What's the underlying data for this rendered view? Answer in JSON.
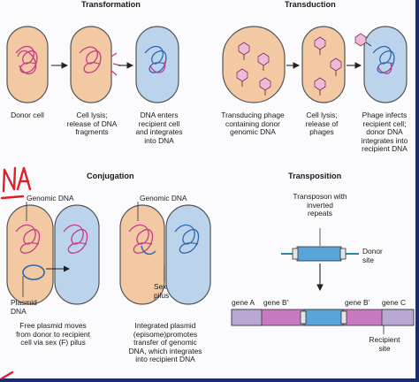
{
  "sections": {
    "transformation": {
      "title": "Transformation",
      "captions": [
        "Donor cell",
        "Cell lysis;\nrelease of DNA\nfragments",
        "DNA enters\nrecipient cell\nand integrates\ninto DNA"
      ]
    },
    "transduction": {
      "title": "Transduction",
      "captions": [
        "Transducing phage\ncontaining donor\ngenomic DNA",
        "Cell lysis;\nrelease of\nphages",
        "Phage infects\nrecipient cell;\ndonor DNA\nintegrates into\nrecipient DNA"
      ]
    },
    "conjugation": {
      "title": "Conjugation",
      "labels": {
        "genomic_dna_1": "Genomic DNA",
        "genomic_dna_2": "Genomic DNA",
        "plasmid_dna": "Plasmid\nDNA",
        "sex_pilus": "Sex\npilus"
      },
      "captions": [
        "Free plasmid moves\nfrom donor to recipient\ncell via sex (F) pilus",
        "Integrated plasmid\n(episome)promotes\ntransfer of genomic\nDNA, which integrates\ninto recipient DNA"
      ]
    },
    "transposition": {
      "title": "Transposition",
      "labels": {
        "transposon": "Transposon with\ninverted\nrepeats",
        "donor_site": "Donor\nsite",
        "gene_a": "gene A",
        "gene_b": "gene B'",
        "gene_b2": "gene B'",
        "gene_c": "gene C",
        "recipient_site": "Recipient\nsite"
      }
    }
  },
  "annotation": {
    "handwritten_text": "NA"
  },
  "colors": {
    "cell_fill": "#f3c9a3",
    "recipient_fill": "#bcd3ec",
    "donor_dna": "#c83a8a",
    "recipient_dna": "#2f66b3",
    "cell_outline": "#555555",
    "transposon": "#5aa5d8",
    "gene_segment": "#c77ac0",
    "annotation_red": "#e01e2a",
    "frame_border": "#1c2b6e"
  }
}
